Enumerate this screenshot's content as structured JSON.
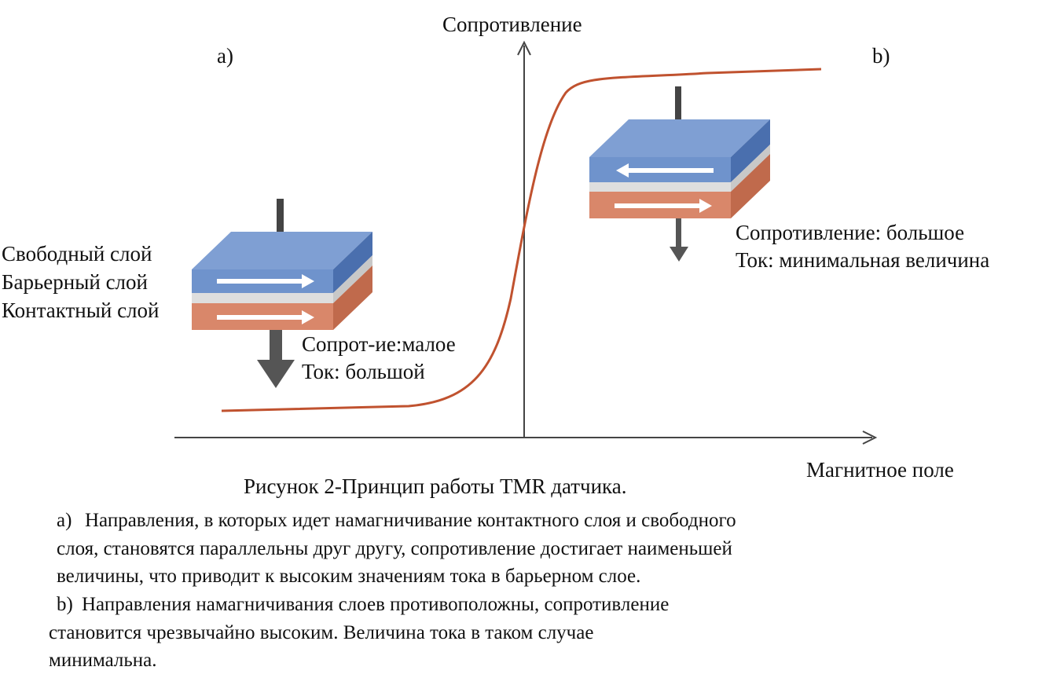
{
  "diagram": {
    "y_axis_label": "Сопротивление",
    "x_axis_label": "Магнитное поле",
    "panel_a_label": "a)",
    "panel_b_label": "b)",
    "layers": {
      "free": "Свободный слой",
      "barrier": "Барьерный слой",
      "contact": "Контактный слой"
    },
    "state_a": {
      "resistance": "Сопрот-ие:малое",
      "current": "Ток: большой"
    },
    "state_b": {
      "resistance": "Сопротивление: большое",
      "current": "Ток: минимальная величина"
    },
    "colors": {
      "curve": "#c0522f",
      "free_layer_front": "#6f93cc",
      "free_layer_side": "#4a6fae",
      "free_layer_top": "#7f9fd3",
      "barrier_layer": "#dedede",
      "contact_layer_front": "#d9876a",
      "contact_layer_side": "#c06a4c",
      "arrow_gray": "#555555"
    }
  },
  "caption": {
    "title": "Рисунок 2-Принцип работы TMR датчика.",
    "a_marker": "a)",
    "a_line1": "Направления, в которых идет намагничивание контактного слоя и свободного",
    "a_line2": "слоя, становятся параллельны друг другу, сопротивление достигает наименьшей",
    "a_line3": "величины, что приводит к высоким значениям  тока в барьерном слое.",
    "b_marker": "b)",
    "b_line1": "Направления  намагничивания слоев противоположны, сопротивление",
    "b_line2": "становится чрезвычайно высоким. Величина тока в таком случае",
    "b_line3": "минимальна."
  }
}
